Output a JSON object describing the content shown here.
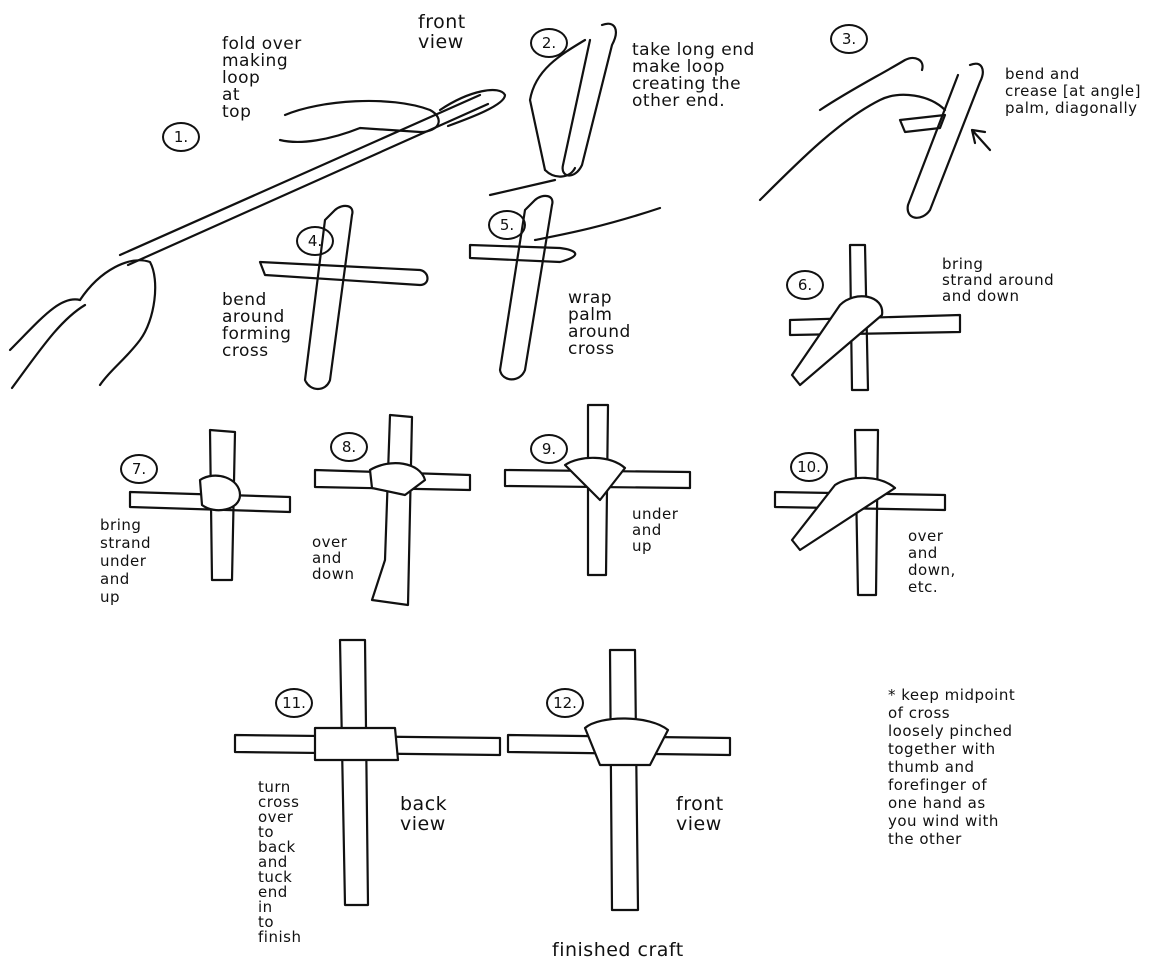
{
  "steps": {
    "s1": {
      "num": "1.",
      "text": "fold over\nmaking\nloop\nat\ntop",
      "view": "front\nview"
    },
    "s2": {
      "num": "2.",
      "text": "take long end\nmake loop\ncreating the\nother end."
    },
    "s3": {
      "num": "3.",
      "text": "bend and\ncrease [at angle]\npalm, diagonally"
    },
    "s4": {
      "num": "4.",
      "text": "bend\naround\nforming\ncross"
    },
    "s5": {
      "num": "5.",
      "text": "wrap\npalm\naround\ncross"
    },
    "s6": {
      "num": "6.",
      "text": "bring\nstrand around\nand down"
    },
    "s7": {
      "num": "7.",
      "text": "bring\nstrand\nunder\nand\nup"
    },
    "s8": {
      "num": "8.",
      "text": "over\nand\ndown"
    },
    "s9": {
      "num": "9.",
      "text": "under\nand\nup"
    },
    "s10": {
      "num": "10.",
      "text": "over\nand\ndown,\netc."
    },
    "s11": {
      "num": "11.",
      "text": "turn\ncross\nover\nto\nback\nand\ntuck\nend\nin\nto\nfinish",
      "view": "back\nview"
    },
    "s12": {
      "num": "12.",
      "view": "front\nview"
    }
  },
  "note": "* keep midpoint\nof cross\nloosely pinched\ntogether with\nthumb and\nforefinger of\none hand as\nyou wind with\nthe other",
  "caption": "finished craft",
  "colors": {
    "ink": "#111111",
    "paper": "#ffffff"
  }
}
